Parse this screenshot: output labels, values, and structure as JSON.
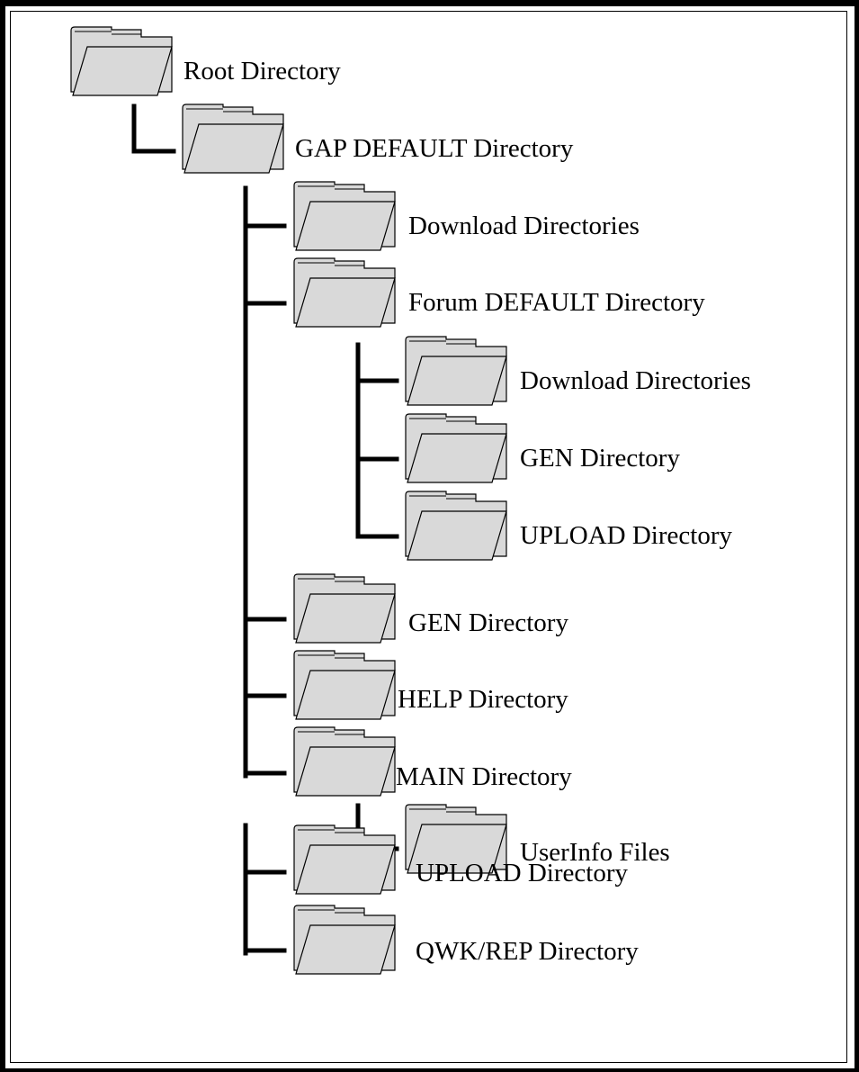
{
  "diagram": {
    "colors": {
      "folder_fill": "#d9d9d9",
      "line": "#000000",
      "text": "#000000"
    },
    "nodes": [
      {
        "id": "root",
        "label": "Root Directory",
        "icon": "folder-icon"
      },
      {
        "id": "gap-default",
        "label": "GAP DEFAULT Directory",
        "icon": "folder-icon",
        "parent": "root"
      },
      {
        "id": "download-1",
        "label": "Download Directories",
        "icon": "folder-icon",
        "parent": "gap-default"
      },
      {
        "id": "forum-default",
        "label": "Forum DEFAULT Directory",
        "icon": "folder-icon",
        "parent": "gap-default"
      },
      {
        "id": "forum-download",
        "label": "Download Directories",
        "icon": "folder-icon",
        "parent": "forum-default"
      },
      {
        "id": "forum-gen",
        "label": "GEN Directory",
        "icon": "folder-icon",
        "parent": "forum-default"
      },
      {
        "id": "forum-upload",
        "label": "UPLOAD Directory",
        "icon": "folder-icon",
        "parent": "forum-default"
      },
      {
        "id": "gen",
        "label": "GEN Directory",
        "icon": "folder-icon",
        "parent": "gap-default"
      },
      {
        "id": "help",
        "label": "HELP Directory",
        "icon": "folder-icon",
        "parent": "gap-default"
      },
      {
        "id": "main",
        "label": "MAIN Directory",
        "icon": "folder-icon",
        "parent": "gap-default"
      },
      {
        "id": "userinfo",
        "label": "UserInfo Files",
        "icon": "folder-icon",
        "parent": "main"
      },
      {
        "id": "upload",
        "label": "UPLOAD Directory",
        "icon": "folder-icon",
        "parent": "gap-default"
      },
      {
        "id": "qwk-rep",
        "label": "QWK/REP Directory",
        "icon": "folder-icon",
        "parent": "gap-default"
      }
    ]
  }
}
